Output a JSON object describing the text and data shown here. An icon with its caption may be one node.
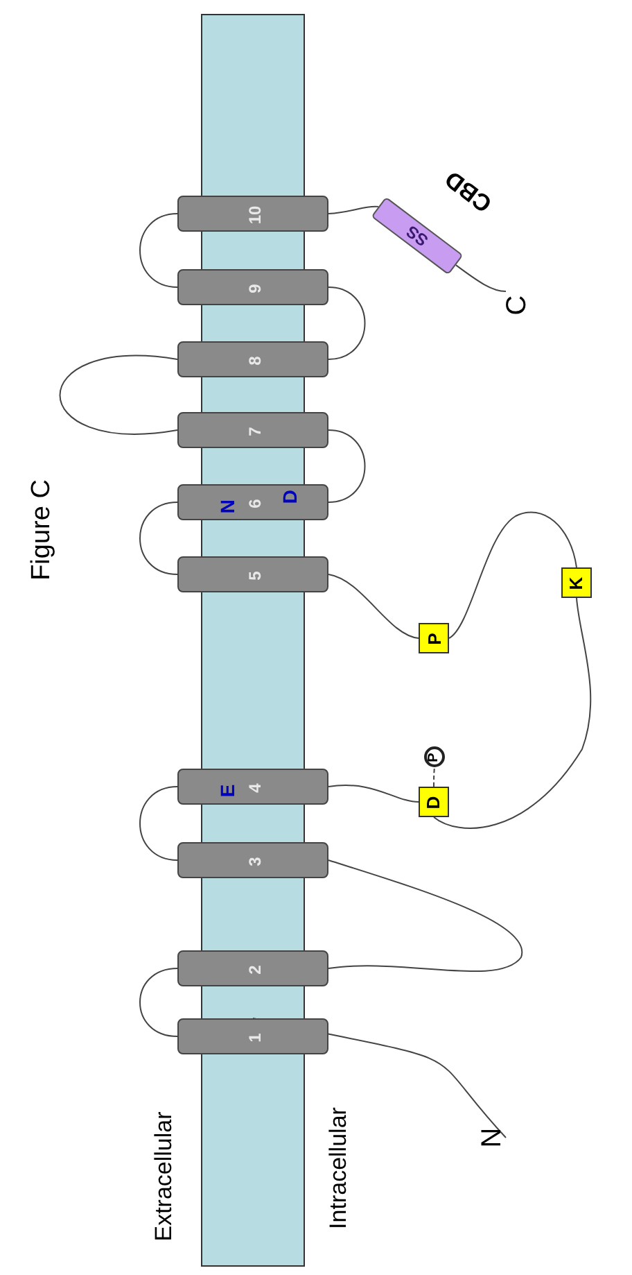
{
  "diagram": {
    "title": "Figure C",
    "nodes": [
      {
        "text": [
          "N"
        ]
      },
      {
        "text": [
          "1"
        ]
      },
      {
        "text": [
          "2"
        ]
      },
      {
        "text": [
          "3"
        ]
      },
      {
        "text": [
          "4",
          "E"
        ]
      },
      {
        "text": [
          "D"
        ]
      },
      {
        "text": [
          "P"
        ]
      },
      {
        "text": [
          "K"
        ]
      },
      {
        "text": [
          "P"
        ]
      },
      {
        "text": [
          "5"
        ]
      },
      {
        "text": [
          "6",
          "N",
          "D"
        ]
      },
      {
        "text": [
          "7"
        ]
      },
      {
        "text": [
          "8"
        ]
      },
      {
        "text": [
          "9"
        ]
      },
      {
        "text": [
          "10"
        ]
      },
      {
        "text": [
          "SS"
        ],
        "beside": [
          "CBD"
        ]
      },
      {
        "text": [
          "C"
        ]
      }
    ],
    "edges": [
      {
        "from": 0,
        "to": 1,
        "arrow": "none"
      },
      {
        "from": 1,
        "to": 2,
        "arrow": "none"
      },
      {
        "from": 2,
        "to": 3,
        "arrow": "none"
      },
      {
        "from": 3,
        "to": 4,
        "arrow": "none"
      },
      {
        "from": 4,
        "to": 5,
        "arrow": "none"
      },
      {
        "from": 5,
        "to": 6,
        "arrow": "none",
        "style": "dashed"
      },
      {
        "from": 5,
        "to": 7,
        "arrow": "none"
      },
      {
        "from": 7,
        "to": 8,
        "arrow": "none"
      },
      {
        "from": 8,
        "to": 9,
        "arrow": "none"
      },
      {
        "from": 9,
        "to": 10,
        "arrow": "none"
      },
      {
        "from": 10,
        "to": 11,
        "arrow": "none"
      },
      {
        "from": 11,
        "to": 12,
        "arrow": "none"
      },
      {
        "from": 12,
        "to": 13,
        "arrow": "none"
      },
      {
        "from": 13,
        "to": 14,
        "arrow": "none"
      },
      {
        "from": 14,
        "to": 15,
        "arrow": "none"
      },
      {
        "from": 15,
        "to": 16,
        "arrow": "none"
      }
    ],
    "labels": [
      "Extracellular",
      "Intracellular"
    ]
  }
}
